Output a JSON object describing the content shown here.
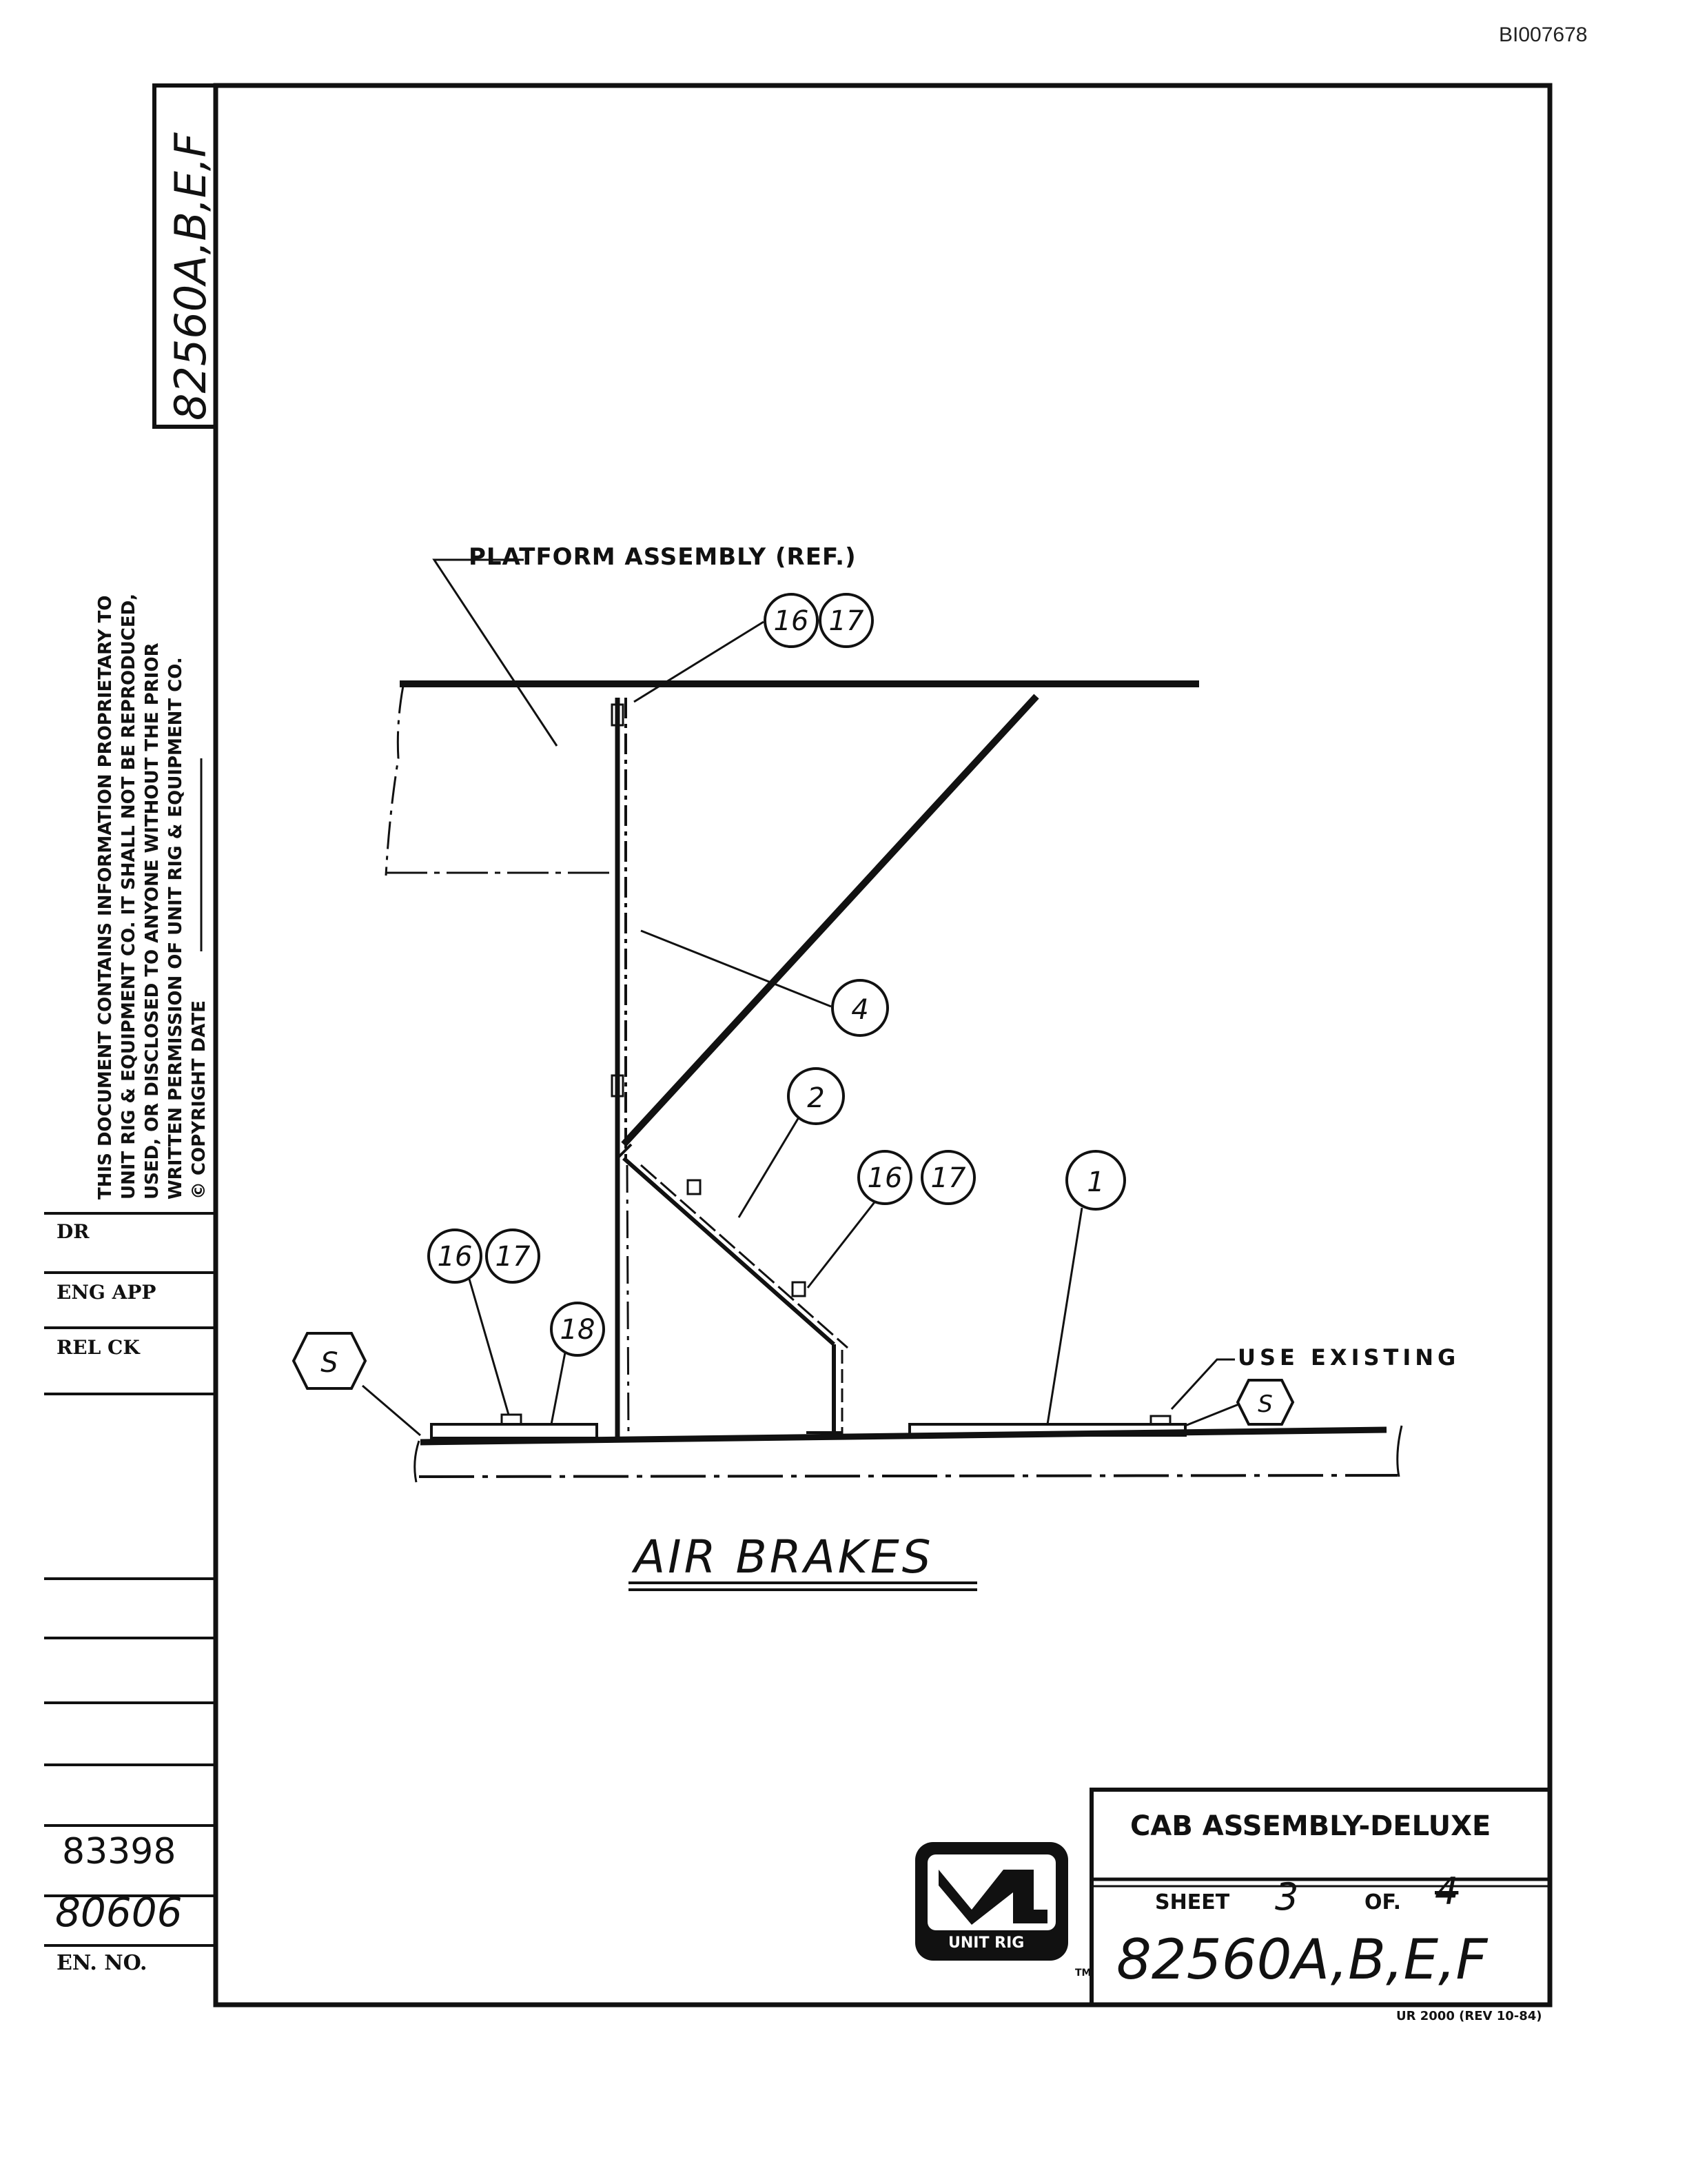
{
  "header": {
    "doc_id": "BI007678"
  },
  "sidebar": {
    "drawing_number": "82560A,B,E,F",
    "proprietary_notice": [
      "THIS DOCUMENT CONTAINS INFORMATION PROPRIETARY TO",
      "UNIT RIG & EQUIPMENT CO. IT SHALL NOT BE REPRODUCED,",
      "USED, OR DISCLOSED TO ANYONE WITHOUT THE PRIOR",
      "WRITTEN PERMISSION OF UNIT RIG & EQUIPMENT CO.",
      "© COPYRIGHT DATE"
    ],
    "labels": {
      "dr": "DR",
      "eng_app": "ENG APP",
      "rel_ck": "REL CK",
      "en_no": "EN. NO."
    },
    "en_numbers": [
      "83398",
      "80606"
    ]
  },
  "drawing": {
    "title": "AIR BRAKES",
    "callouts": {
      "platform": "PLATFORM ASSEMBLY (REF.)",
      "use_existing": "USE EXISTING"
    },
    "balloons": [
      "16",
      "17",
      "4",
      "2",
      "16",
      "17",
      "1",
      "16",
      "17",
      "18",
      "S",
      "S"
    ]
  },
  "title_block": {
    "title": "CAB ASSEMBLY-DELUXE",
    "sheet_label": "SHEET",
    "sheet_number": "3",
    "of_label": "OF.",
    "sheet_total": "4",
    "drawing_number": "82560A,B,E,F",
    "logo_text": "UNIT RIG",
    "logo_mark": "TM",
    "form_number": "UR 2000 (REV 10-84)"
  }
}
